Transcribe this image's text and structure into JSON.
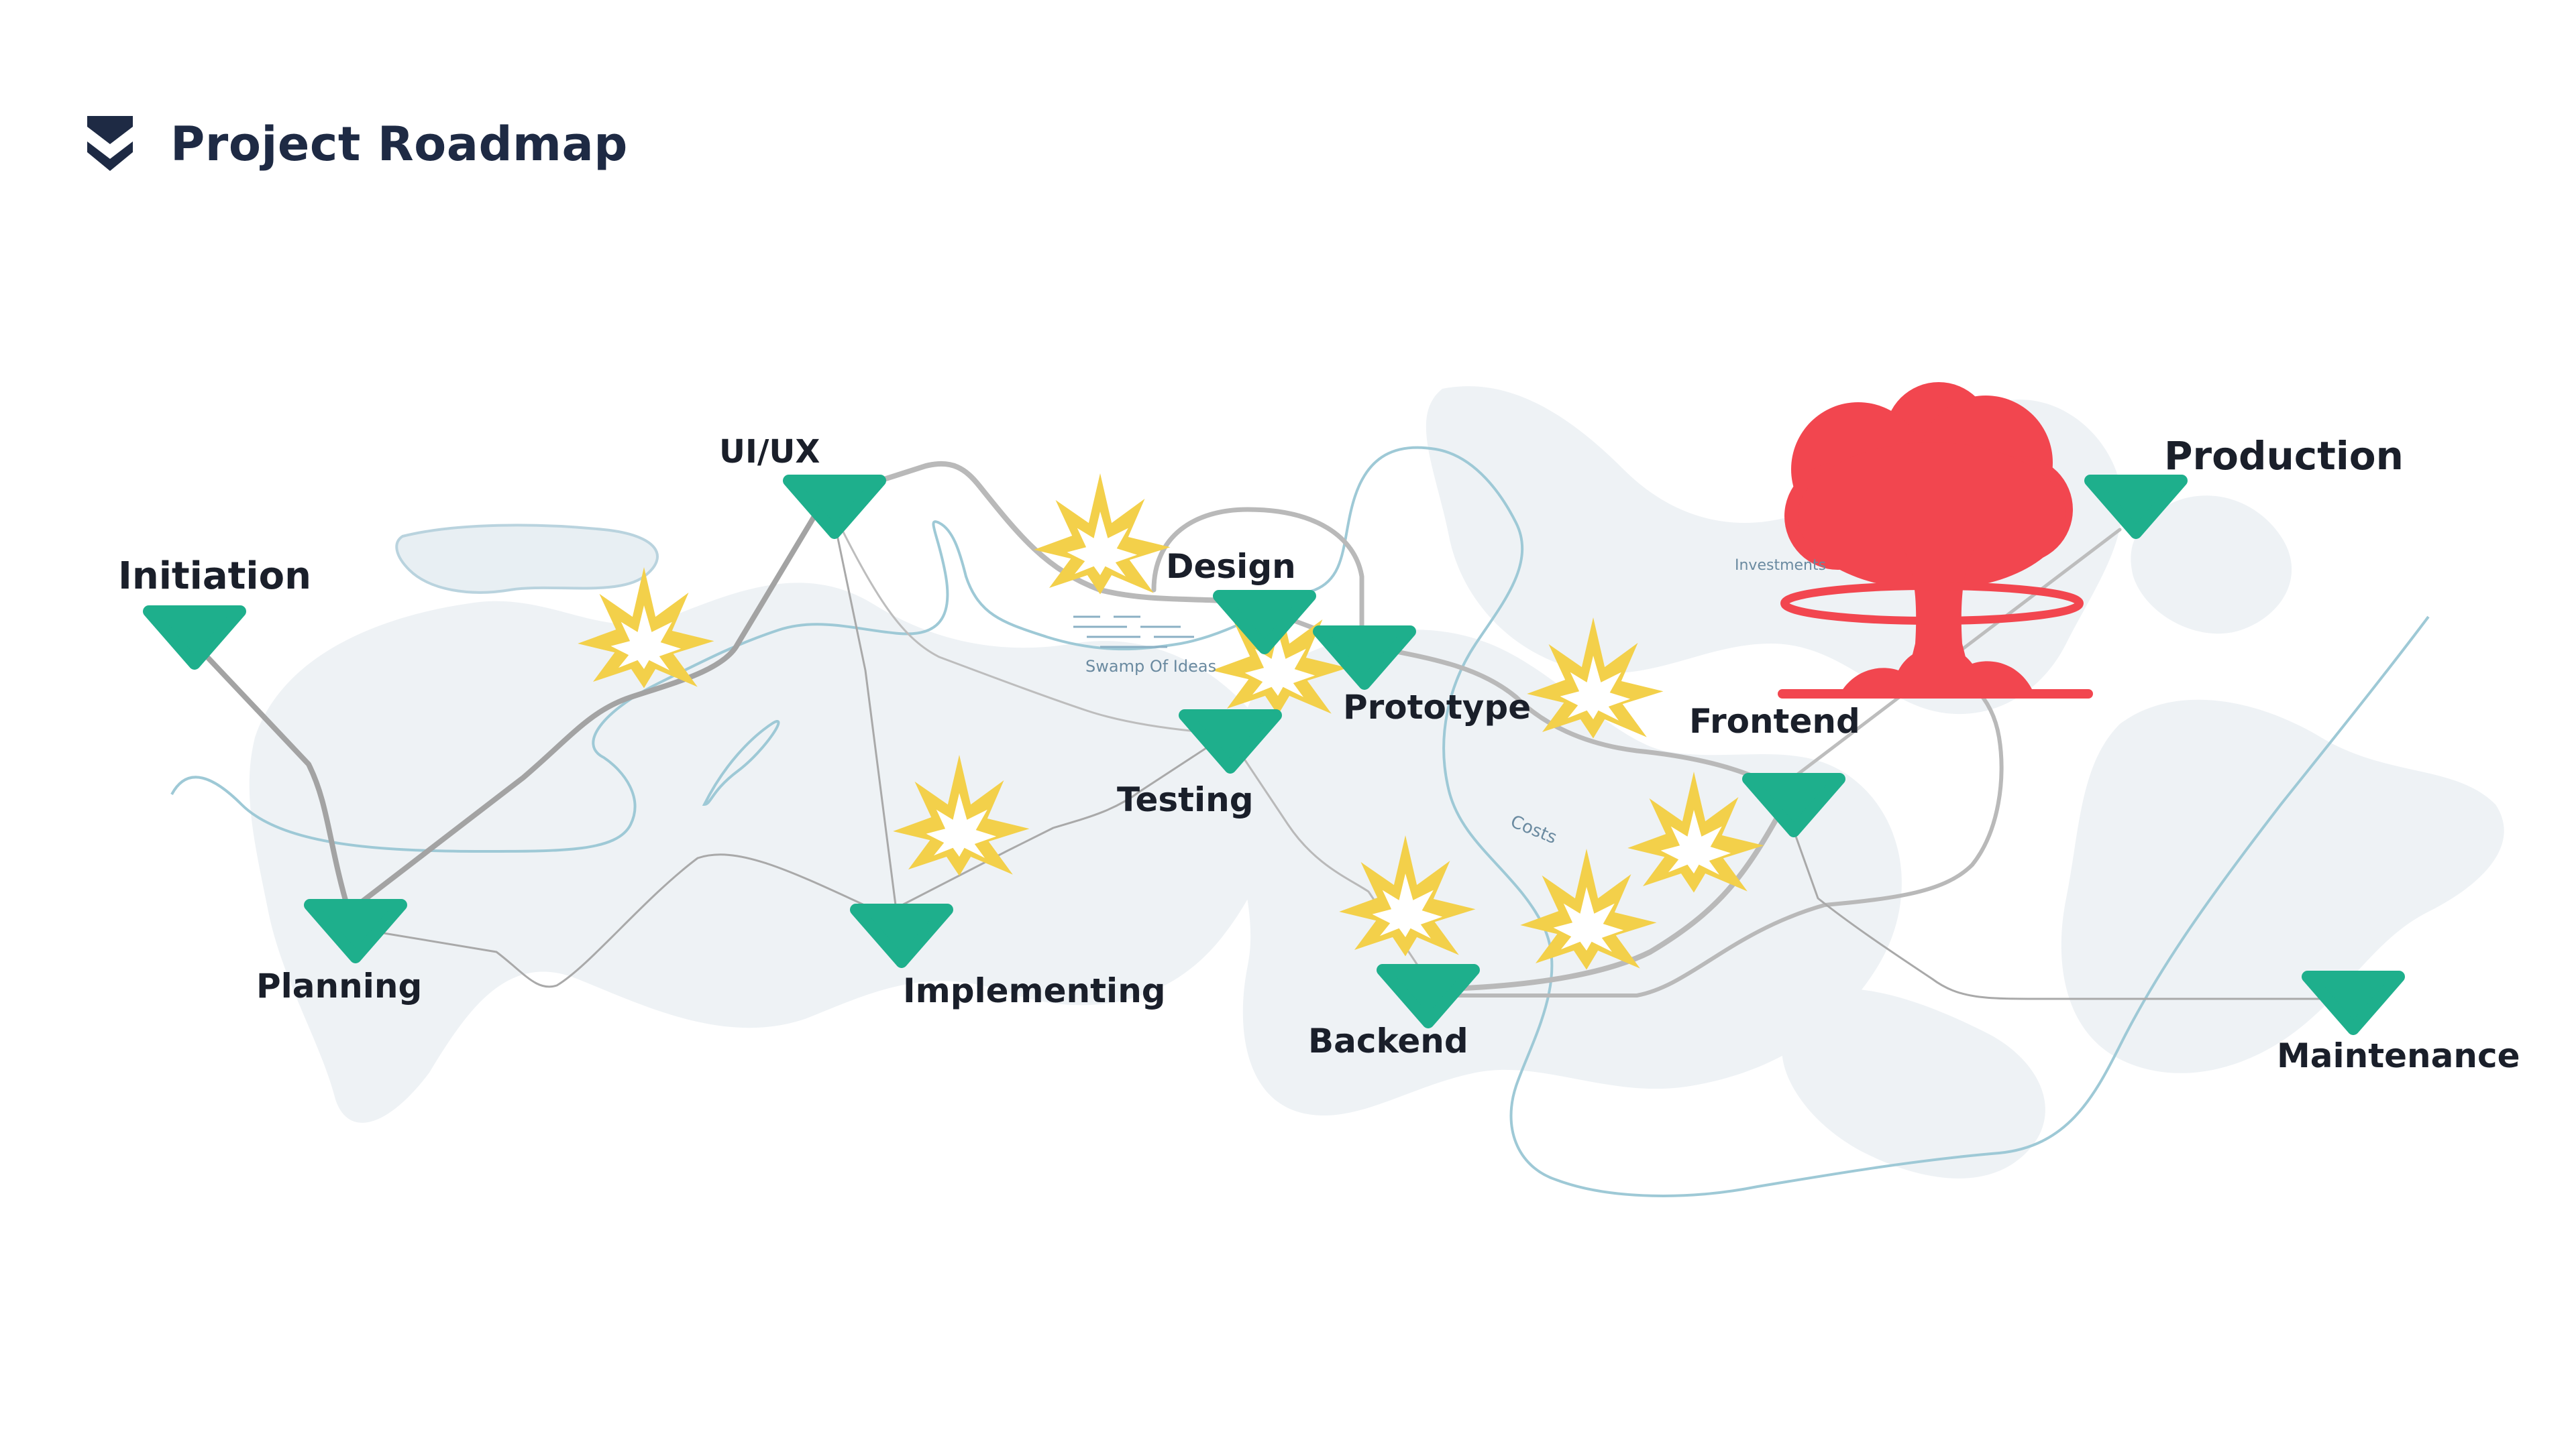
{
  "header": {
    "title": "Project Roadmap",
    "logo_icon": "chevron-double-down-icon"
  },
  "colors": {
    "title": "#1e2a44",
    "node": "#1eaf8c",
    "route": "#b5b5b5",
    "river": "#9ec9d6",
    "land": "#eef2f5",
    "explosion": "#f3d04a",
    "cloud": "#f2464f"
  },
  "nodes": [
    {
      "id": "initiation",
      "label": "Initiation"
    },
    {
      "id": "planning",
      "label": "Planning"
    },
    {
      "id": "uiux",
      "label": "UI/UX"
    },
    {
      "id": "implementing",
      "label": "Implementing"
    },
    {
      "id": "design",
      "label": "Design"
    },
    {
      "id": "testing",
      "label": "Testing"
    },
    {
      "id": "prototype",
      "label": "Prototype"
    },
    {
      "id": "backend",
      "label": "Backend"
    },
    {
      "id": "frontend",
      "label": "Frontend"
    },
    {
      "id": "production",
      "label": "Production"
    },
    {
      "id": "maintenance",
      "label": "Maintenance"
    }
  ],
  "annotations": {
    "swamp": "Swamp Of Ideas",
    "costs": "Costs",
    "investments": "Investments"
  }
}
